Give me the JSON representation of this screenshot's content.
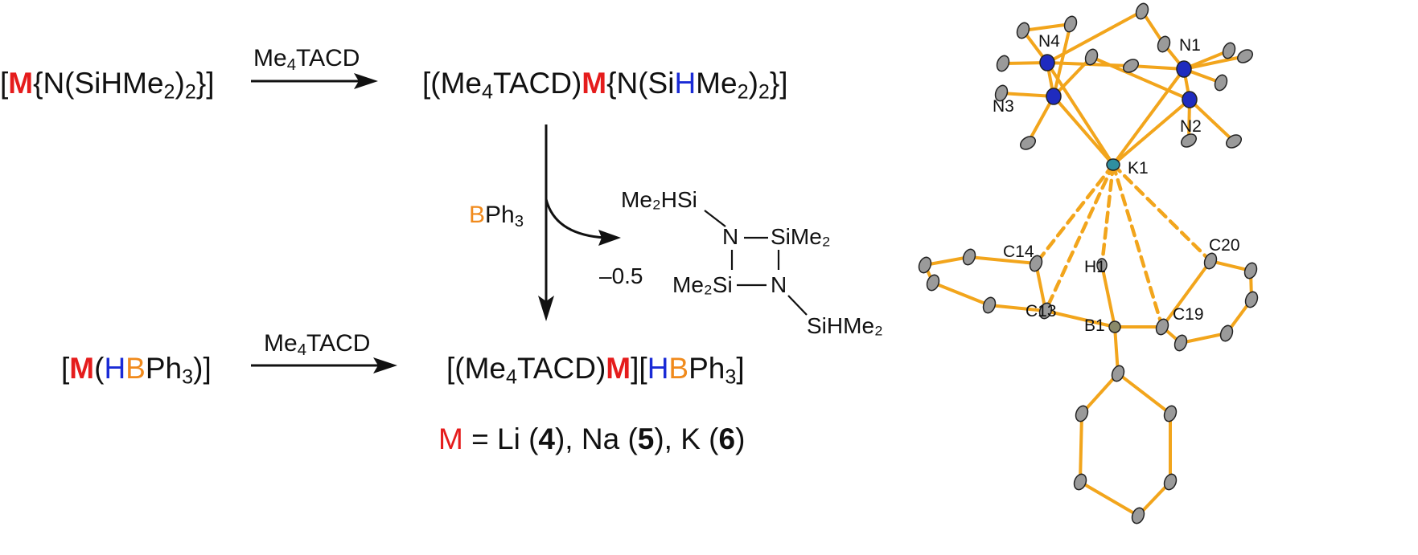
{
  "scheme": {
    "start_amide": {
      "open": "[",
      "metal": "M",
      "rest": "{N(SiHMe",
      "sub1": "2",
      "rest2": ")",
      "sub2": "2",
      "close": "}]"
    },
    "reagent_top": {
      "text": "Me",
      "sub": "4",
      "text2": "TACD"
    },
    "product_amide": {
      "pre": "[(Me",
      "sub0": "4",
      "mid": "TACD)",
      "metal": "M",
      "rest": "{N(Si",
      "h": "H",
      "rest2": "Me",
      "sub1": "2",
      "rest3": ")",
      "sub2": "2",
      "close": "}]"
    },
    "reagent_bph3": {
      "b": "B",
      "rest": "Ph",
      "sub": "3"
    },
    "byproduct_coeff": "–0.5",
    "byproduct": {
      "top_left": "Me₂HSi",
      "n_top": "N",
      "si_right": "SiMe₂",
      "si_left": "Me₂Si",
      "n_bottom": "N",
      "bottom_right": "SiHMe₂"
    },
    "start_hydride": {
      "open": "[",
      "metal": "M",
      "p": "(",
      "h": "H",
      "b": "B",
      "rest": "Ph",
      "sub": "3",
      "close": ")]"
    },
    "reagent_bottom": {
      "text": "Me",
      "sub": "4",
      "text2": "TACD"
    },
    "product_hydride": {
      "pre": "[(Me",
      "sub0": "4",
      "mid": "TACD)",
      "metal": "M",
      "br": "][",
      "h": "H",
      "b": "B",
      "rest": "Ph",
      "sub": "3",
      "close": "]"
    },
    "legend": {
      "metal": "M",
      "eq": " = Li (",
      "n1": "4",
      "s1": "), Na (",
      "n2": "5",
      "s2": "), K (",
      "n3": "6",
      "s3": ")"
    }
  },
  "structure_labels": {
    "N4": "N4",
    "N1": "N1",
    "N3": "N3",
    "N2": "N2",
    "K1": "K1",
    "C14": "C14",
    "H1": "H1",
    "C20": "C20",
    "C13": "C13",
    "B1": "B1",
    "C19": "C19"
  },
  "colors": {
    "metal": "#e51c1c",
    "hydride": "#1a2bd6",
    "boron": "#f08a1c",
    "bond": "#f2a51c",
    "nitrogen": "#1f2bbf",
    "potassium": "#2f8fa0",
    "carbon": "#9a9a9a"
  }
}
